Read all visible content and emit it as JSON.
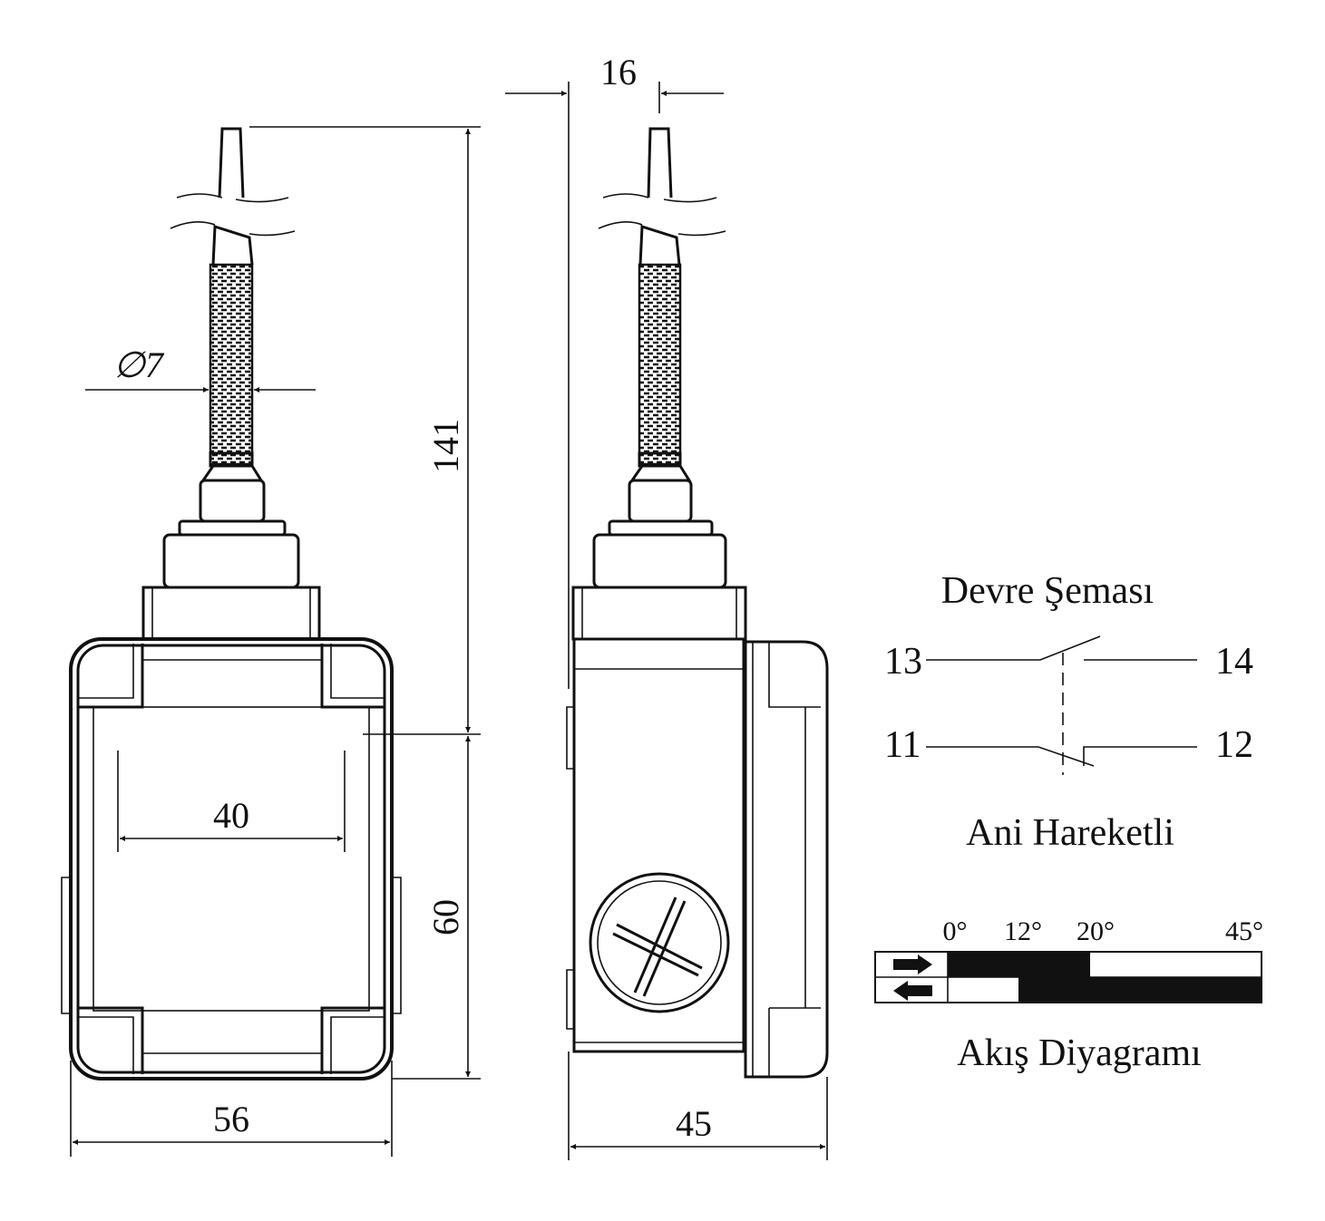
{
  "dimensions": {
    "diameter": "∅7",
    "total_height": "141",
    "body_height": "60",
    "hole_spacing": "40",
    "body_width": "56",
    "rod_offset": "16",
    "body_depth": "45"
  },
  "circuit": {
    "title": "Devre Şeması",
    "terminals": {
      "t13": "13",
      "t14": "14",
      "t11": "11",
      "t12": "12"
    },
    "action_type": "Ani Hareketli"
  },
  "flow_diagram": {
    "title": "Akış Diyagramı",
    "angle_labels": [
      "0°",
      "12°",
      "20°",
      "45°"
    ],
    "forward_closed_range_deg": [
      0,
      20
    ],
    "return_closed_range_deg": [
      12,
      45
    ],
    "forward_icon": "arrow-right-icon",
    "return_icon": "arrow-left-icon"
  },
  "colors": {
    "ink": "#111111",
    "background": "#ffffff"
  }
}
